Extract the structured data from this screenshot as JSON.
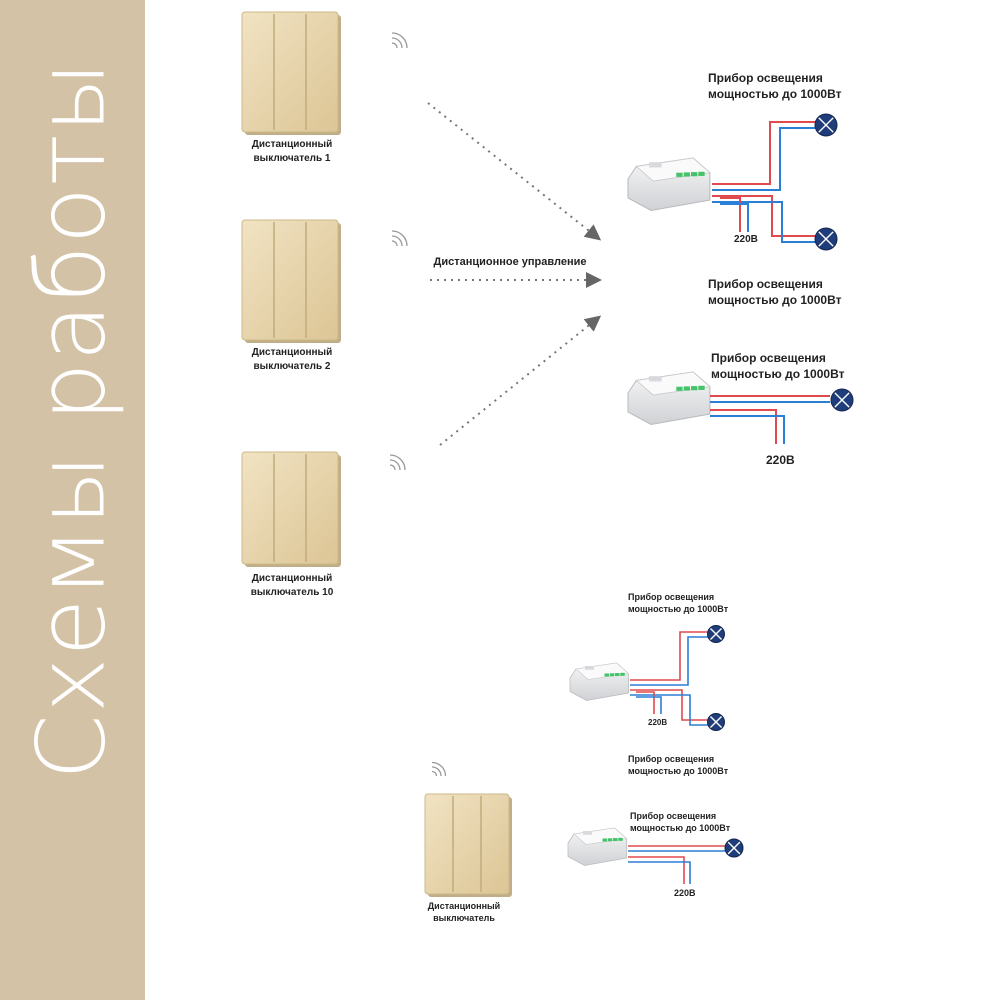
{
  "sidebar": {
    "title": "Схемы работы"
  },
  "remote_label": "Дистанционное управление",
  "switches": [
    {
      "label": "Дистанционный\nвыключатель 1"
    },
    {
      "label": "Дистанционный\nвыключатель 2"
    },
    {
      "label": "Дистанционный\nвыключатель 10"
    },
    {
      "label": "Дистанционный\nвыключатель"
    }
  ],
  "lamp_label": "Прибор освещения\nмощностью до 1000Вт",
  "voltage": "220В",
  "colors": {
    "sidebar": "#d3c2a6",
    "switch_face": "#ead8ae",
    "wire_red": "#e04a4f",
    "wire_blue": "#2b7fd6",
    "lamp": "#1f3d7a",
    "module": "#e8e9eb",
    "led": "#45c36a"
  }
}
